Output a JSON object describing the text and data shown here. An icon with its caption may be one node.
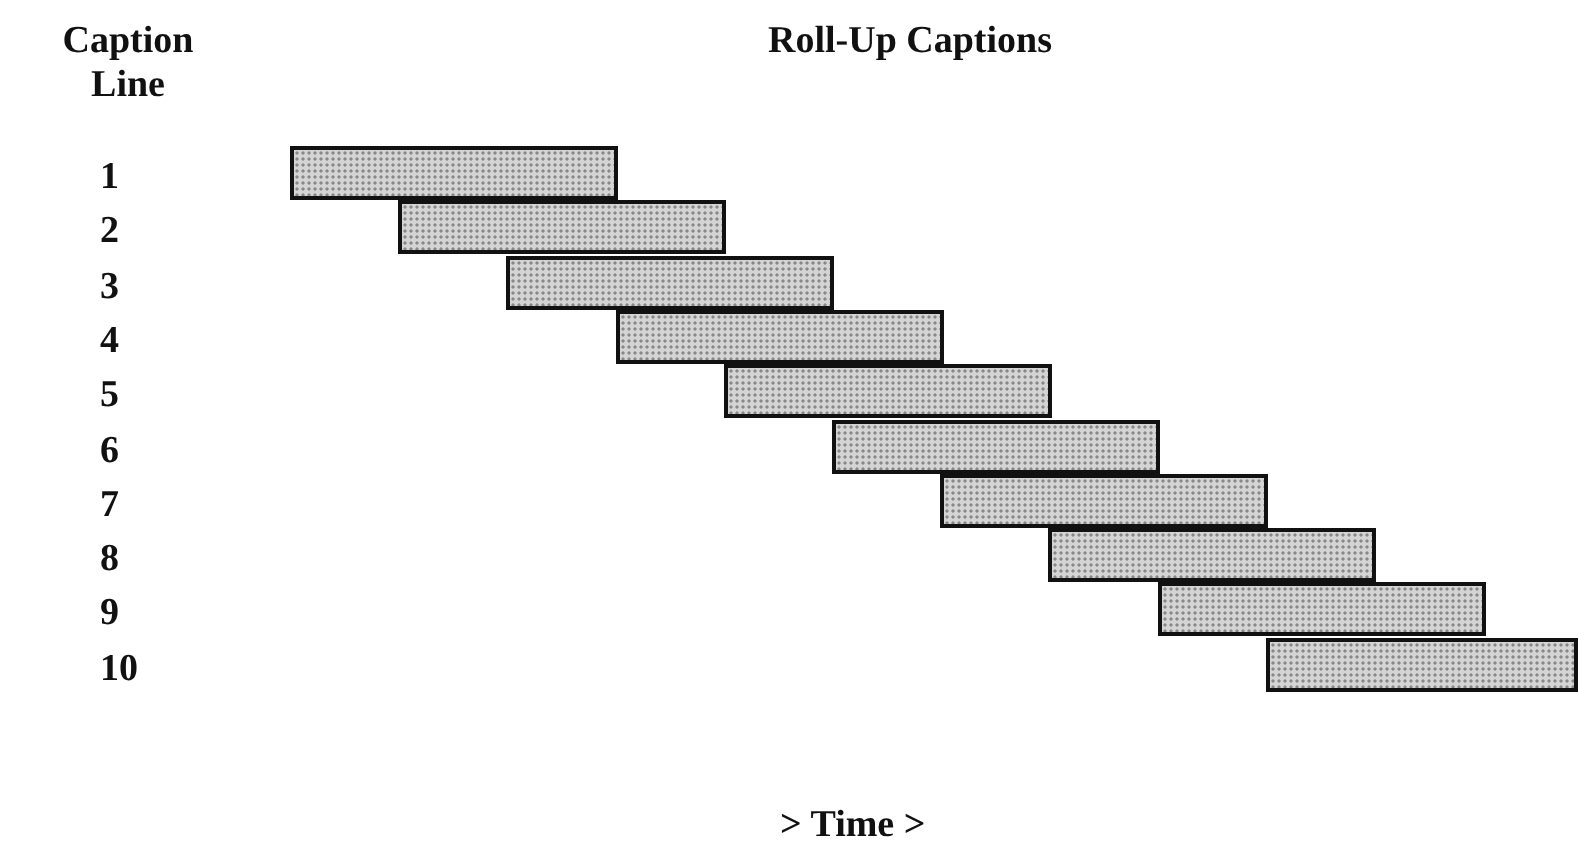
{
  "diagram": {
    "title": "Roll-Up Captions",
    "nodes": [
      {
        "text": [],
        "shape": "bar"
      },
      {
        "text": [],
        "shape": "bar"
      },
      {
        "text": [],
        "shape": "bar"
      },
      {
        "text": [],
        "shape": "bar"
      },
      {
        "text": [],
        "shape": "bar"
      },
      {
        "text": [],
        "shape": "bar"
      },
      {
        "text": [],
        "shape": "bar"
      },
      {
        "text": [],
        "shape": "bar"
      },
      {
        "text": [],
        "shape": "bar"
      },
      {
        "text": [],
        "shape": "bar"
      }
    ],
    "edges": [],
    "labels": [
      "Caption Line",
      "1",
      "2",
      "3",
      "4",
      "5",
      "6",
      "7",
      "8",
      "9",
      "10",
      "> Time >"
    ]
  }
}
